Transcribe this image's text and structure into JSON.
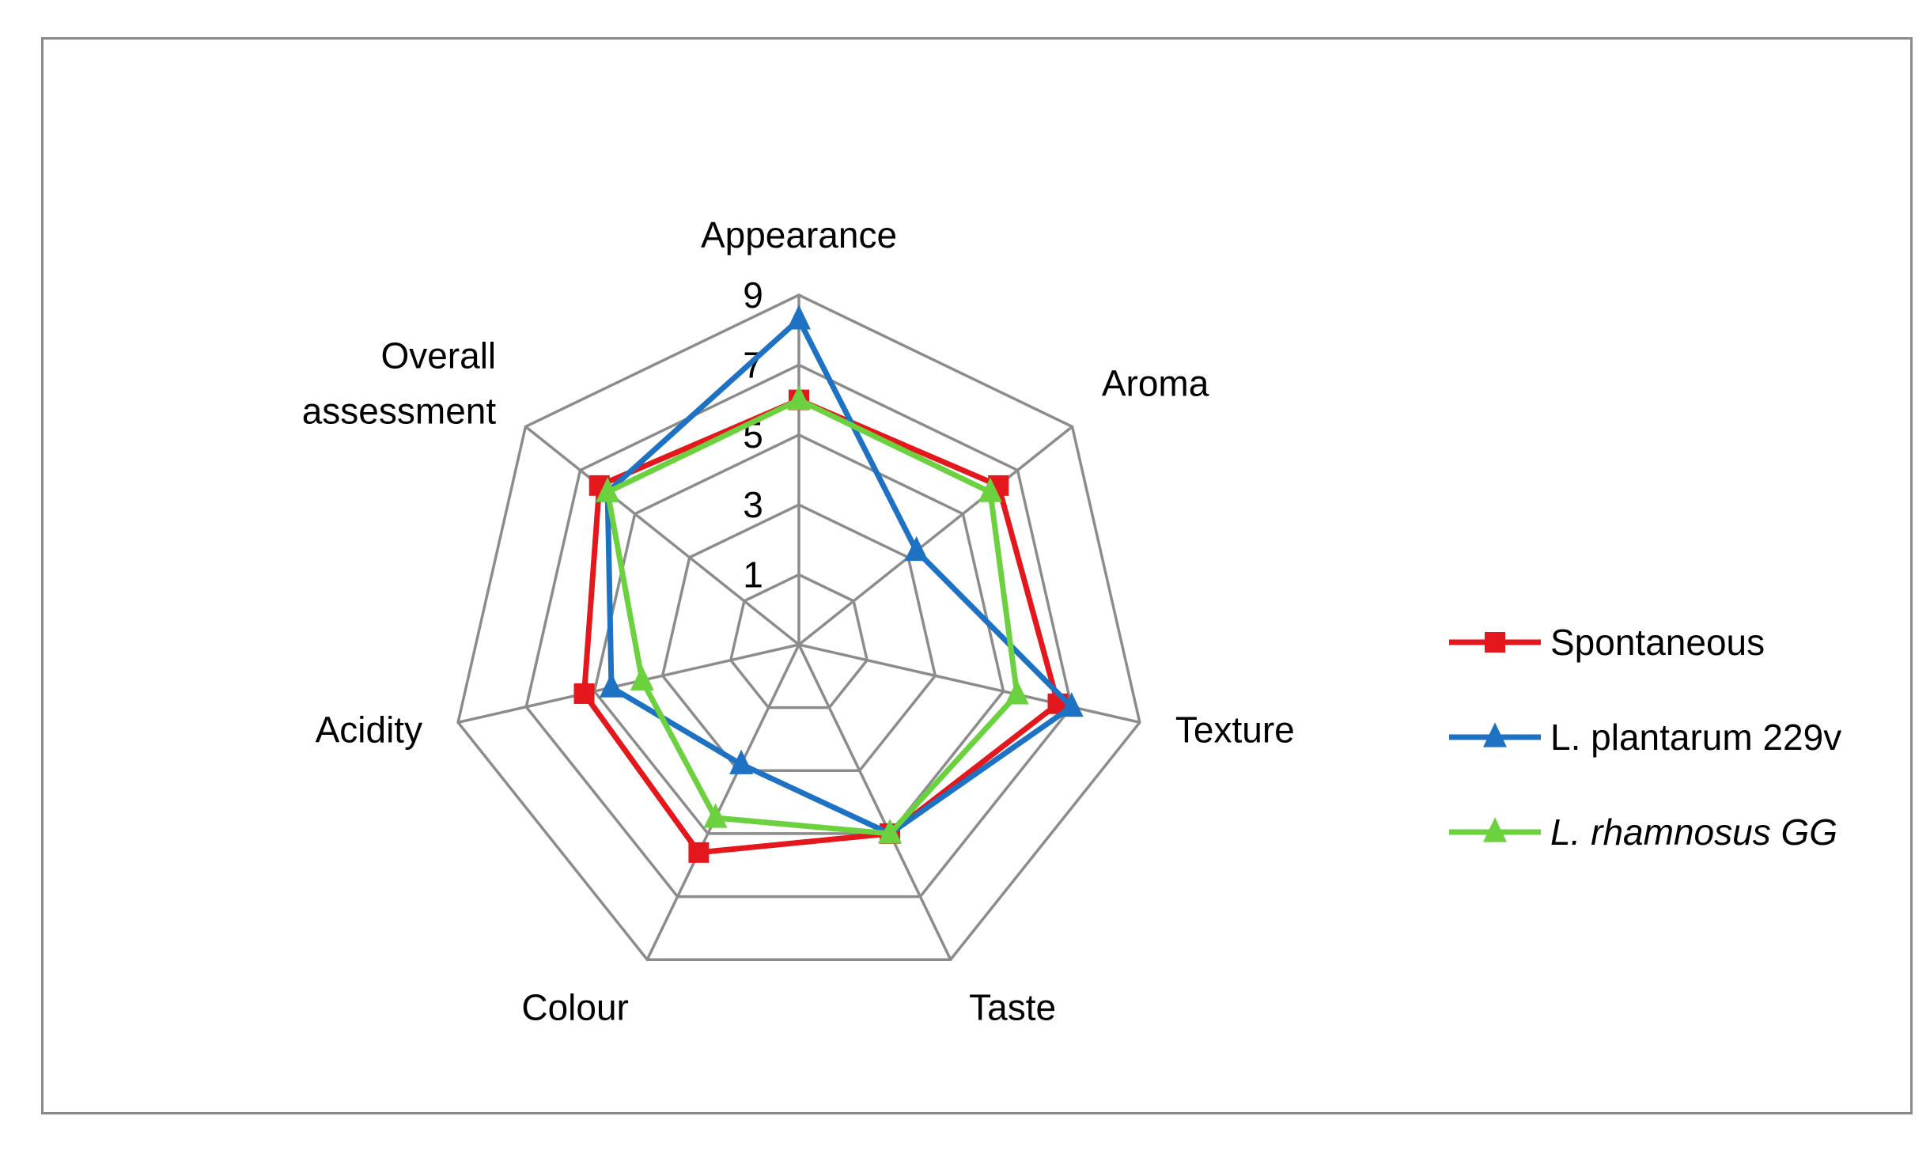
{
  "chart_data": {
    "type": "radar",
    "title": "",
    "categories": [
      "Appearance",
      "Aroma",
      "Texture",
      "Taste",
      "Colour",
      "Acidity",
      "Overall assessment"
    ],
    "category_label_lines": [
      [
        "Appearance"
      ],
      [
        "Aroma"
      ],
      [
        "Texture"
      ],
      [
        "Taste"
      ],
      [
        "Colour"
      ],
      [
        "Acidity"
      ],
      [
        "Overall",
        "assessment"
      ]
    ],
    "rlim": [
      -1,
      9
    ],
    "ticks": [
      1,
      3,
      5,
      7,
      9
    ],
    "grid": true,
    "legend_position": "right",
    "series": [
      {
        "name": "Spontaneous",
        "italic": false,
        "color": "#e3171c",
        "marker": "square",
        "values": [
          6.0,
          6.3,
          6.6,
          5.0,
          5.6,
          5.3,
          6.3
        ]
      },
      {
        "name": "L. plantarum 229v",
        "italic": false,
        "color": "#1d72c4",
        "marker": "triangle",
        "values": [
          8.3,
          3.3,
          7.0,
          5.0,
          2.8,
          4.5,
          6.0
        ]
      },
      {
        "name": "L. rhamnosus GG",
        "italic": true,
        "color": "#6bd13f",
        "marker": "triangle",
        "values": [
          6.0,
          6.0,
          5.4,
          5.0,
          4.5,
          3.6,
          6.0
        ]
      }
    ]
  }
}
